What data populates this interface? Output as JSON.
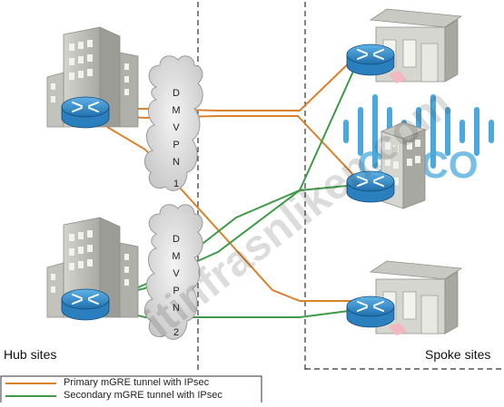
{
  "regions": {
    "hub_label": "Hub sites",
    "spoke_label": "Spoke sites"
  },
  "clouds": [
    {
      "letters": [
        "D",
        "M",
        "V",
        "P",
        "N"
      ],
      "number": "1"
    },
    {
      "letters": [
        "D",
        "M",
        "V",
        "P",
        "N"
      ],
      "number": "2"
    }
  ],
  "legend": {
    "primary_label": "Primary mGRE tunnel with IPsec",
    "secondary_label": "Secondary mGRE tunnel with IPsec"
  },
  "watermark": {
    "text": "itinfrasnliken.com",
    "logo_text": "CISCO"
  },
  "colors": {
    "primary_tunnel": "#d9822b",
    "secondary_tunnel": "#3f9a48",
    "router_blue": "#2a7fbf",
    "building_gray": "#b7b7b2",
    "divider": "#333333",
    "cisco_blue": "#2b9bd6"
  },
  "icons": [
    "hub-building-icon",
    "router-icon",
    "cloud-icon",
    "storefront-icon",
    "office-building-icon"
  ]
}
